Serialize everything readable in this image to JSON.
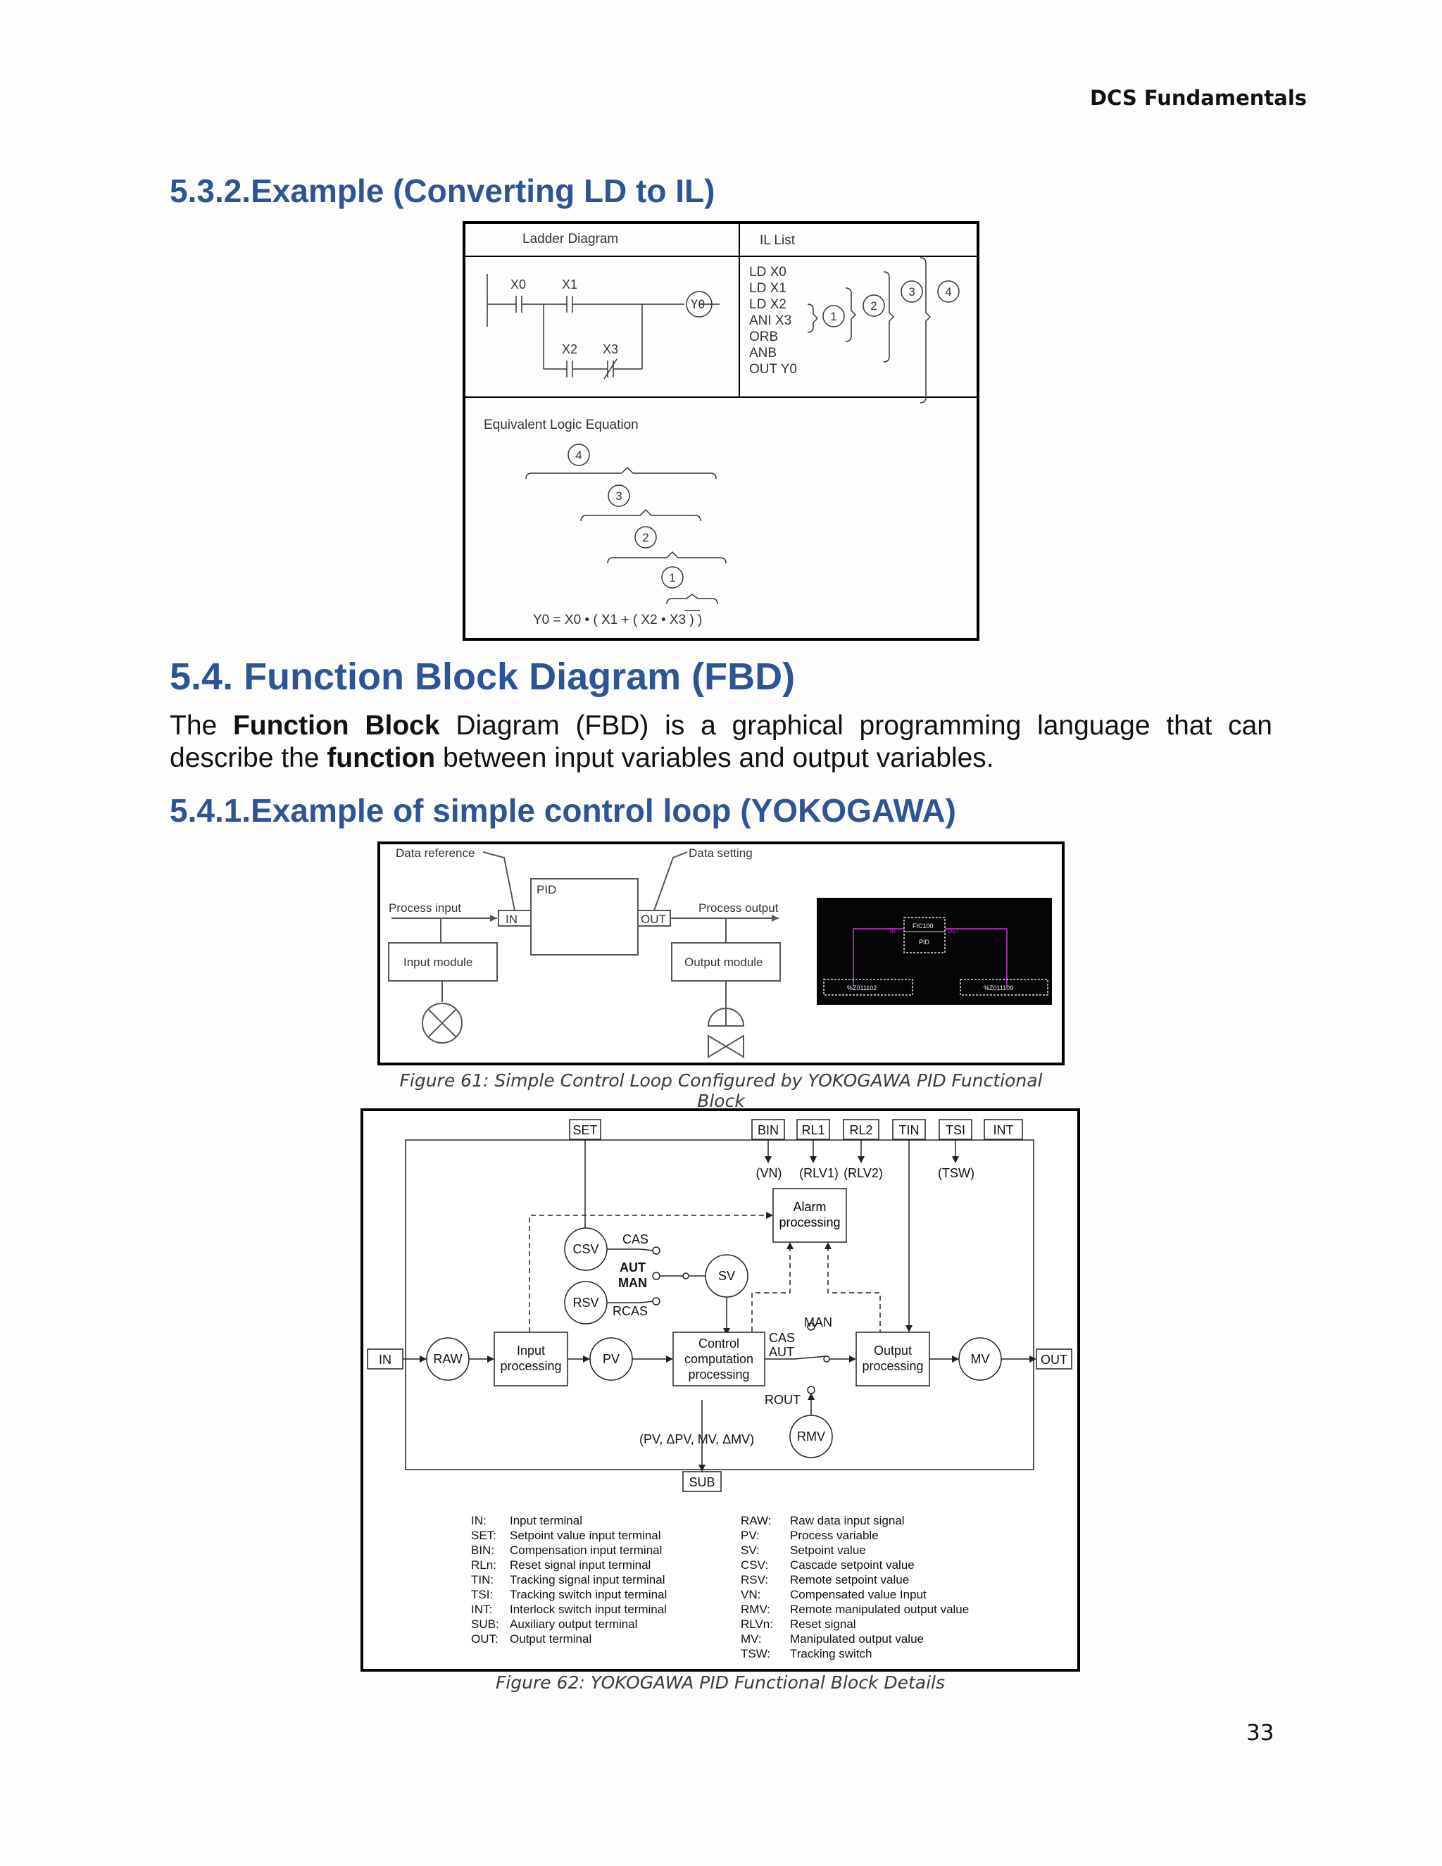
{
  "header": {
    "title": "DCS Fundamentals"
  },
  "section_532": {
    "title": "5.3.2.Example (Converting LD to IL)"
  },
  "ld_figure": {
    "col1_title": "Ladder Diagram",
    "col2_title": "IL List",
    "contacts": [
      "X0",
      "X1",
      "X2",
      "X3"
    ],
    "coil": "Y0",
    "il_lines": [
      "LD X0",
      "LD X1",
      "LD X2",
      "ANI X3",
      "ORB",
      "ANB",
      "OUT Y0"
    ],
    "markers": [
      "1",
      "2",
      "3",
      "4"
    ],
    "eq_title": "Equivalent Logic Equation",
    "equation": "Y0 = X0 • ( X1 + ( X2 • X3 ) )"
  },
  "section_54": {
    "title": "5.4. Function Block Diagram (FBD)",
    "para_pre": "The ",
    "para_b1": "Function Block",
    "para_mid": " Diagram (FBD) is a graphical programming language that can describe the ",
    "para_b2": "function",
    "para_post": " between input variables and output variables."
  },
  "section_541": {
    "title": "5.4.1.Example of simple control loop (YOKOGAWA)"
  },
  "fig61": {
    "labels": {
      "data_reference": "Data reference",
      "data_setting": "Data setting",
      "pid": "PID",
      "process_input": "Process input",
      "process_output": "Process output",
      "in": "IN",
      "out": "OUT",
      "input_module": "Input module",
      "output_module": "Output module"
    },
    "screen": {
      "tag": "FIC100",
      "type": "PID",
      "in": "IN",
      "out": "OUT",
      "left_io": "%Z011102",
      "right_io": "%Z011109"
    },
    "caption": "Figure 61: Simple Control Loop Configured by YOKOGAWA PID Functional Block"
  },
  "fig62": {
    "terminals_top": [
      "SET",
      "BIN",
      "RL1",
      "RL2",
      "TIN",
      "TSI",
      "INT"
    ],
    "top_signals": [
      "(VN)",
      "(RLV1)",
      "(RLV2)",
      "(TSW)"
    ],
    "nodes": {
      "in": "IN",
      "raw": "RAW",
      "input_processing": "Input processing",
      "pv": "PV",
      "control": "Control computation processing",
      "output_processing": "Output processing",
      "mv": "MV",
      "out": "OUT",
      "alarm": "Alarm processing",
      "csv": "CSV",
      "rsv": "RSV",
      "sv": "SV",
      "rmv": "RMV",
      "sub": "SUB"
    },
    "switch_labels": {
      "cas": "CAS",
      "aut": "AUT",
      "man": "MAN",
      "rcas": "RCAS",
      "rout": "ROUT"
    },
    "sub_signals": "(PV, ΔPV, MV, ΔMV)",
    "legend_left": [
      [
        "IN:",
        "Input terminal"
      ],
      [
        "SET:",
        "Setpoint value input terminal"
      ],
      [
        "BIN:",
        "Compensation input terminal"
      ],
      [
        "RLn:",
        "Reset signal input terminal"
      ],
      [
        "TIN:",
        "Tracking signal input terminal"
      ],
      [
        "TSI:",
        "Tracking switch input terminal"
      ],
      [
        "INT:",
        "Interlock switch input terminal"
      ],
      [
        "SUB:",
        "Auxiliary output terminal"
      ],
      [
        "OUT:",
        "Output terminal"
      ]
    ],
    "legend_right": [
      [
        "RAW:",
        "Raw data input signal"
      ],
      [
        "PV:",
        "Process variable"
      ],
      [
        "SV:",
        "Setpoint value"
      ],
      [
        "CSV:",
        "Cascade setpoint value"
      ],
      [
        "RSV:",
        "Remote setpoint value"
      ],
      [
        "VN:",
        "Compensated value Input"
      ],
      [
        "RMV:",
        "Remote manipulated output value"
      ],
      [
        "RLVn:",
        "Reset signal"
      ],
      [
        "MV:",
        "Manipulated output value"
      ],
      [
        "TSW:",
        "Tracking switch"
      ]
    ],
    "caption": "Figure 62: YOKOGAWA PID Functional Block Details"
  },
  "page_number": "33"
}
